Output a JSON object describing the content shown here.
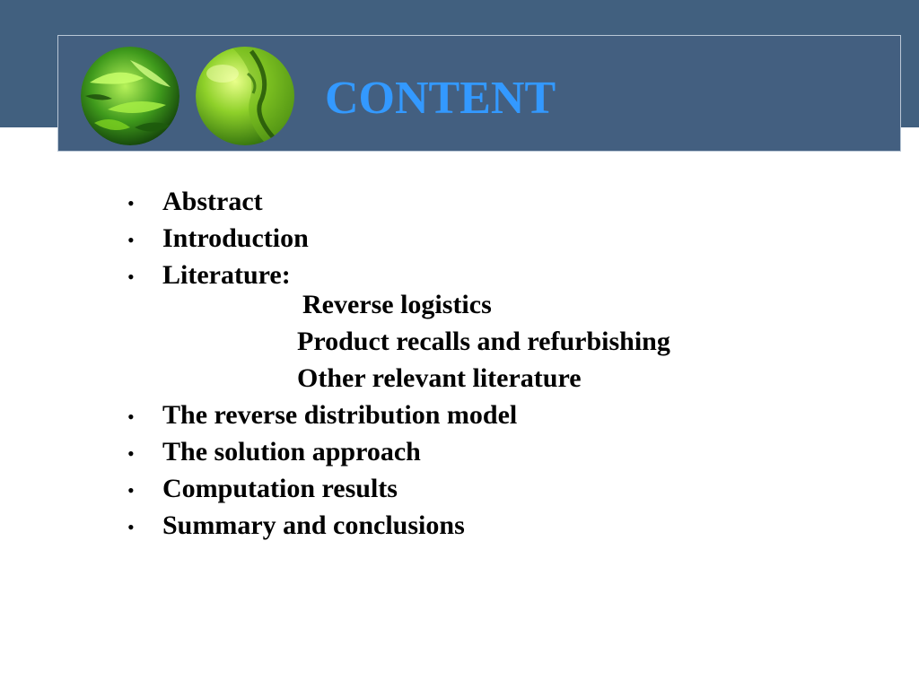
{
  "slide": {
    "title": "CONTENT"
  },
  "toc": {
    "items": [
      "Abstract",
      "Introduction",
      "Literature:",
      "The reverse distribution model",
      "The solution approach",
      "Computation results",
      "Summary and conclusions"
    ],
    "literature_subitems": [
      "Reverse logistics",
      "Product recalls and refurbishing",
      "Other relevant literature"
    ]
  },
  "colors": {
    "header_band": "#41607f",
    "title": "#3399ff",
    "text": "#000000",
    "panel_border": "#b9c7d6"
  },
  "icons": {
    "bullet": "•",
    "left_image": "green-leaves-orb",
    "right_image": "green-plant-orb"
  }
}
